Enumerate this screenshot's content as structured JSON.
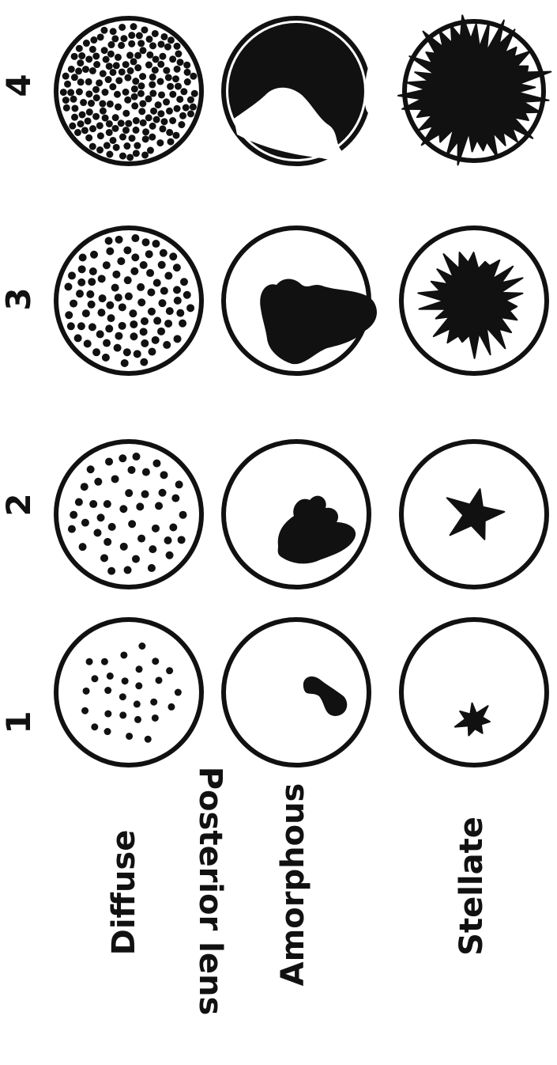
{
  "figure": {
    "title": "Posterior lens",
    "rows": [
      {
        "key": "diffuse",
        "label": "Diffuse"
      },
      {
        "key": "amorphous",
        "label": "Amorphous"
      },
      {
        "key": "stellate",
        "label": "Stellate"
      }
    ],
    "grades": [
      "1",
      "2",
      "3",
      "4"
    ]
  },
  "colors": {
    "ink": "#111111",
    "background": "#ffffff"
  }
}
